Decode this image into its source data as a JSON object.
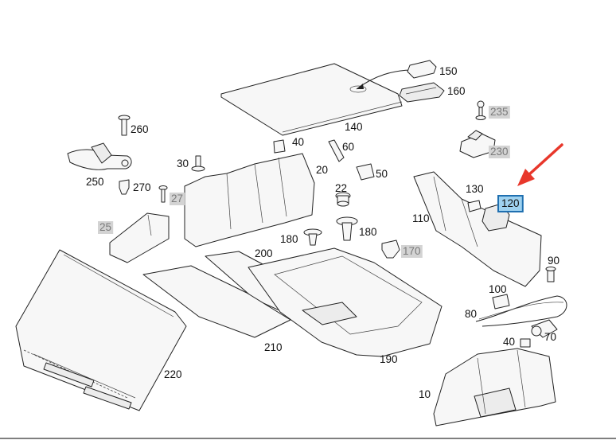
{
  "callouts": [
    {
      "id": "c150",
      "text": "150",
      "style": "plain"
    },
    {
      "id": "c160",
      "text": "160",
      "style": "plain"
    },
    {
      "id": "c140",
      "text": "140",
      "style": "plain"
    },
    {
      "id": "c235",
      "text": "235",
      "style": "gray"
    },
    {
      "id": "c230",
      "text": "230",
      "style": "gray"
    },
    {
      "id": "c260",
      "text": "260",
      "style": "plain"
    },
    {
      "id": "c250",
      "text": "250",
      "style": "plain"
    },
    {
      "id": "c270",
      "text": "270",
      "style": "plain"
    },
    {
      "id": "c27",
      "text": "27",
      "style": "gray"
    },
    {
      "id": "c30",
      "text": "30",
      "style": "plain"
    },
    {
      "id": "c40a",
      "text": "40",
      "style": "plain"
    },
    {
      "id": "c60",
      "text": "60",
      "style": "plain"
    },
    {
      "id": "c20",
      "text": "20",
      "style": "plain"
    },
    {
      "id": "c50",
      "text": "50",
      "style": "plain"
    },
    {
      "id": "c22",
      "text": "22",
      "style": "plain"
    },
    {
      "id": "c25",
      "text": "25",
      "style": "gray"
    },
    {
      "id": "c180a",
      "text": "180",
      "style": "plain"
    },
    {
      "id": "c180b",
      "text": "180",
      "style": "plain"
    },
    {
      "id": "c170",
      "text": "170",
      "style": "gray"
    },
    {
      "id": "c130",
      "text": "130",
      "style": "plain"
    },
    {
      "id": "c120",
      "text": "120",
      "style": "highlight"
    },
    {
      "id": "c110",
      "text": "110",
      "style": "plain"
    },
    {
      "id": "c200",
      "text": "200",
      "style": "plain"
    },
    {
      "id": "c90",
      "text": "90",
      "style": "plain"
    },
    {
      "id": "c100",
      "text": "100",
      "style": "plain"
    },
    {
      "id": "c80",
      "text": "80",
      "style": "plain"
    },
    {
      "id": "c210",
      "text": "210",
      "style": "plain"
    },
    {
      "id": "c190",
      "text": "190",
      "style": "plain"
    },
    {
      "id": "c40b",
      "text": "40",
      "style": "plain"
    },
    {
      "id": "c70",
      "text": "70",
      "style": "plain"
    },
    {
      "id": "c220",
      "text": "220",
      "style": "plain"
    },
    {
      "id": "c10",
      "text": "10",
      "style": "plain"
    }
  ],
  "colors": {
    "gray_label_bg": "#d3d3d3",
    "gray_label_text": "#7a7a7a",
    "highlight_bg": "#9fd2f0",
    "highlight_border": "#1f6fb0",
    "arrow": "#e8372b"
  },
  "highlighted_part": "120"
}
